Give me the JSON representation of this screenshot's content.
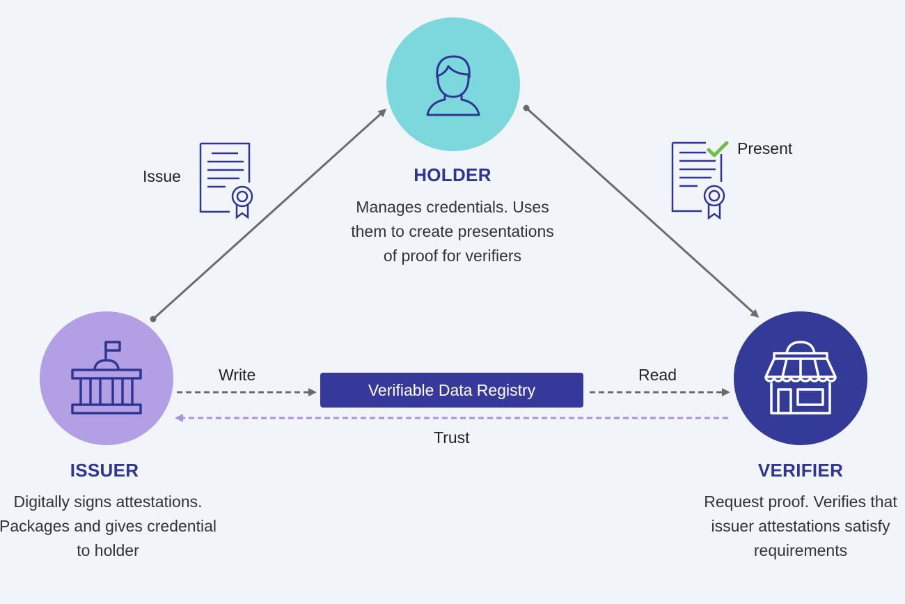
{
  "colors": {
    "background": "#f1f4f9",
    "holder_circle": "#7dd8de",
    "issuer_circle": "#b39fe4",
    "verifier_circle": "#343a98",
    "title_text": "#2e3592",
    "icon_stroke": "#2e3592",
    "registry_fill": "#36399a",
    "arrow_gray": "#6b6b6b",
    "trust_arrow": "#a794e0",
    "check_green": "#6cbf4a"
  },
  "holder": {
    "title": "HOLDER",
    "description": [
      "Manages credentials. Uses",
      "them to create presentations",
      "of proof for verifiers"
    ],
    "icon": "person-icon"
  },
  "issuer": {
    "title": "ISSUER",
    "description": [
      "Digitally signs attestations.",
      "Packages and gives credential",
      "to holder"
    ],
    "icon": "government-building-icon"
  },
  "verifier": {
    "title": "VERIFIER",
    "description": [
      "Request proof. Verifies that",
      "issuer attestations satisfy",
      "requirements"
    ],
    "icon": "storefront-icon"
  },
  "edges": {
    "issue": "Issue",
    "present": "Present",
    "write": "Write",
    "read": "Read",
    "trust": "Trust"
  },
  "registry": {
    "label": "Verifiable Data Registry"
  }
}
